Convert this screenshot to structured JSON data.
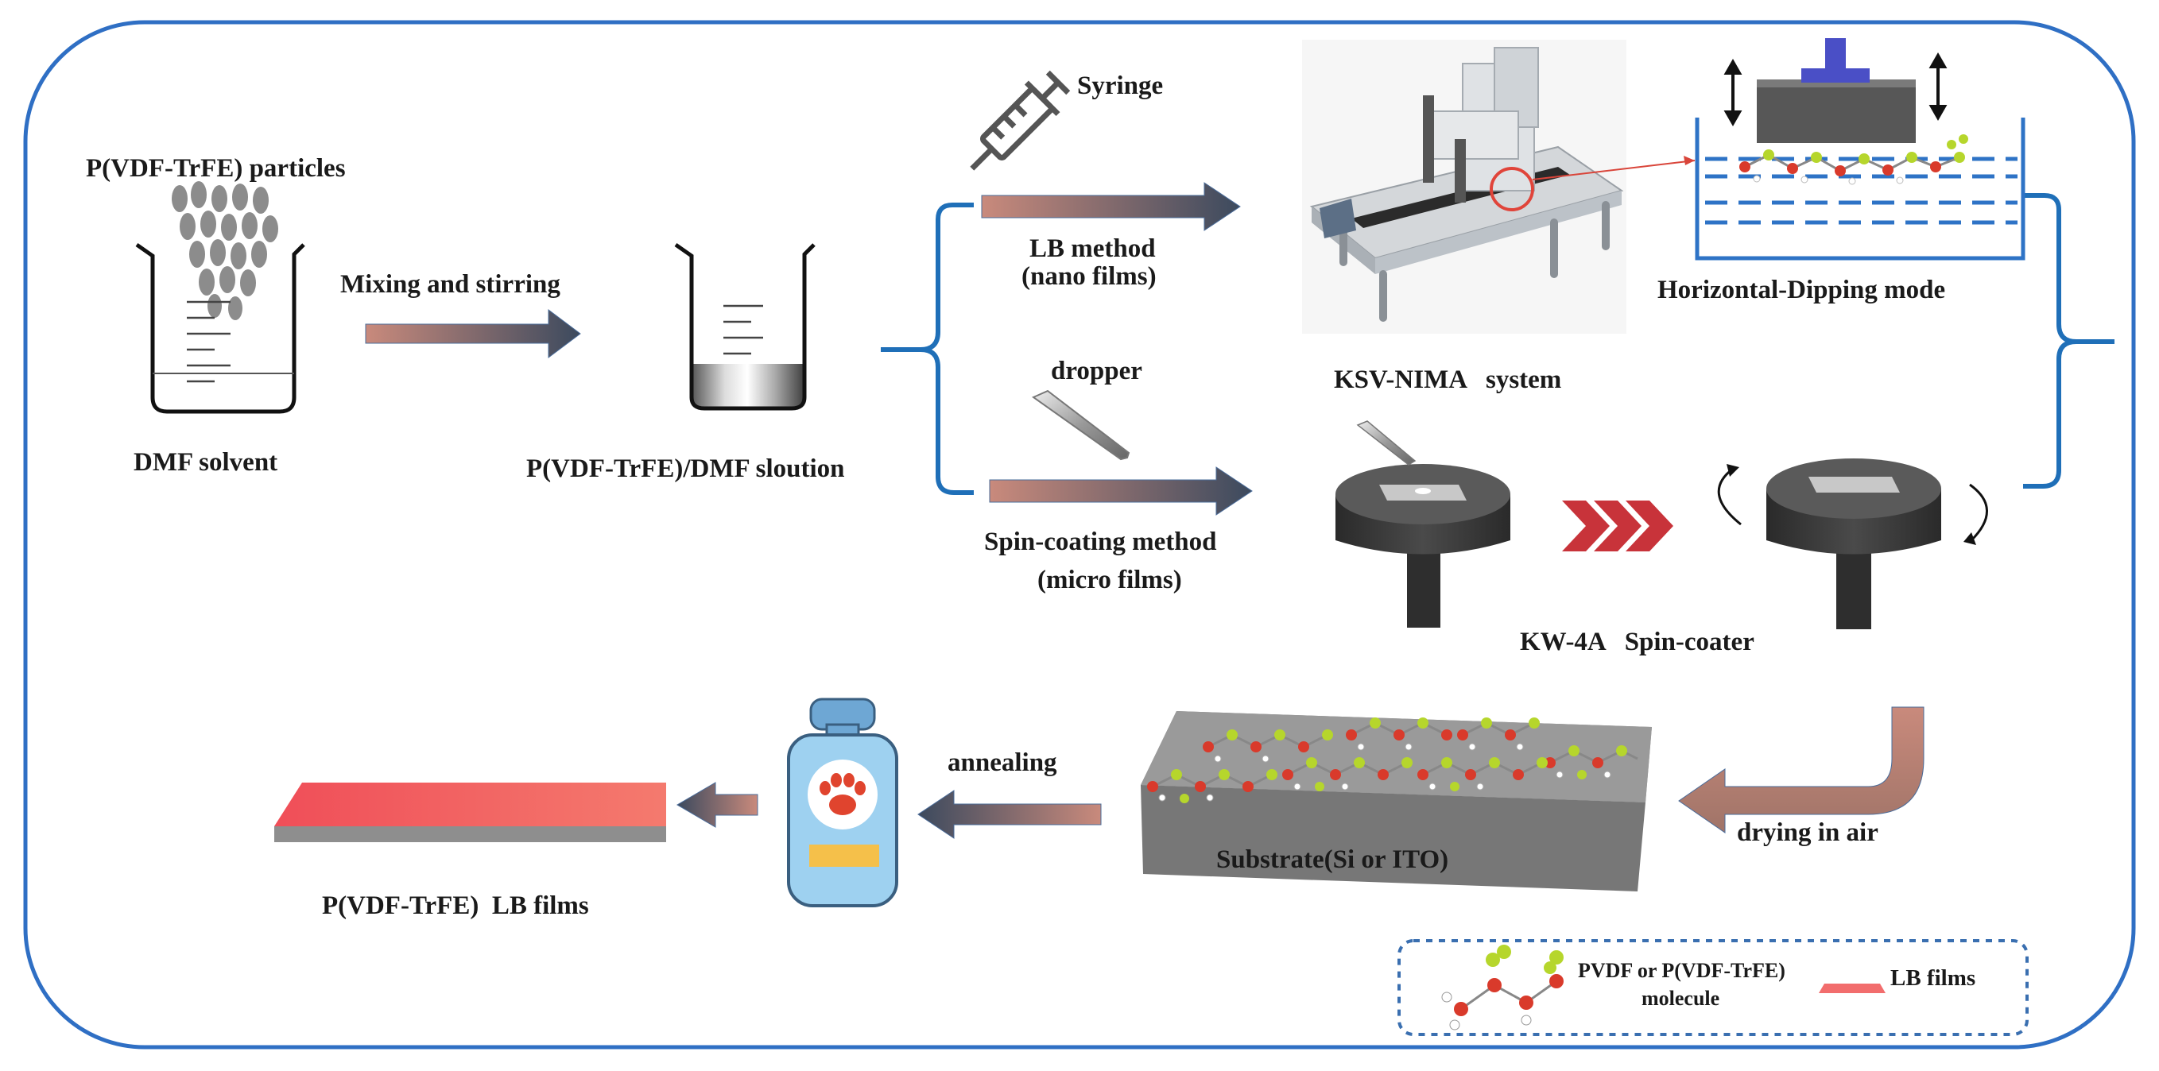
{
  "labels": {
    "particles": "P(VDF-TrFE)  particles",
    "mixing": "Mixing and stirring",
    "dmf_solvent": "DMF solvent",
    "solution": "P(VDF-TrFE)/DMF sloution",
    "syringe": "Syringe",
    "lb_method_1": "LB method",
    "lb_method_2": "(nano films)",
    "dropper": "dropper",
    "spin_method_1": "Spin-coating method",
    "spin_method_2": "(micro films)",
    "ksv_nima": "KSV-NIMA   system",
    "horizontal_dipping": "Horizontal-Dipping mode",
    "kw4a": "KW-4A   Spin-coater",
    "drying": "drying in air",
    "substrate": "Substrate(Si or ITO)",
    "annealing": "annealing",
    "lb_films": "P(VDF-TrFE)  LB films"
  },
  "legend": {
    "molecule_1": "PVDF or P(VDF-TrFE)",
    "molecule_2": "molecule",
    "lb_films": "LB films"
  },
  "colors": {
    "frame": "#2f6fc4",
    "bracket": "#1f6fb8",
    "arrow_start": "#c98a7c",
    "arrow_end": "#3c4a5e",
    "film": "#f26d6d",
    "chevron": "#c8333a",
    "bottle": "#9ed1f0",
    "atom_red": "#d93a2b",
    "atom_green": "#b6d62c"
  }
}
